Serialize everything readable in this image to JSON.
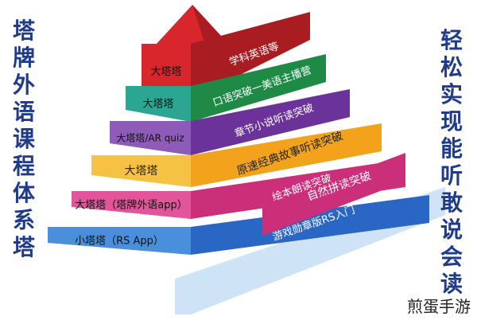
{
  "left_title": "塔牌外语课程体系塔",
  "right_title": "轻松实现能听敢说会读",
  "watermark": "煎蛋手游",
  "tiers": [
    {
      "left": "大塔塔",
      "right": "学科英语等",
      "left_color": "#d9262c",
      "right_color": "#a91d22"
    },
    {
      "left": "大塔塔",
      "right": "口语突破一美语主播营",
      "left_color": "#2aa692",
      "right_color": "#1e8a46"
    },
    {
      "left": "大塔塔/AR quiz",
      "right": "章节小说听读突破",
      "left_color": "#8e5bb8",
      "right_color": "#6b3399"
    },
    {
      "left": "大塔塔",
      "right": "原速经典故事听读突破",
      "left_color": "#f6c244",
      "right_color": "#f2a31b"
    },
    {
      "left": "大塔塔（塔牌外语app）",
      "right": "绘本朗读突破",
      "left_color": "#e2559a",
      "right_color": "#cc2f7a"
    },
    {
      "left": "小塔塔（RS App）",
      "right": "游戏勋章版RS入门",
      "left_color": "#4a8fdb",
      "right_color": "#2a66c4"
    }
  ],
  "side_labels": [
    {
      "text": "自然拼读突破",
      "color": "#cc2f7a"
    }
  ],
  "arrow_color": "#d9262c"
}
